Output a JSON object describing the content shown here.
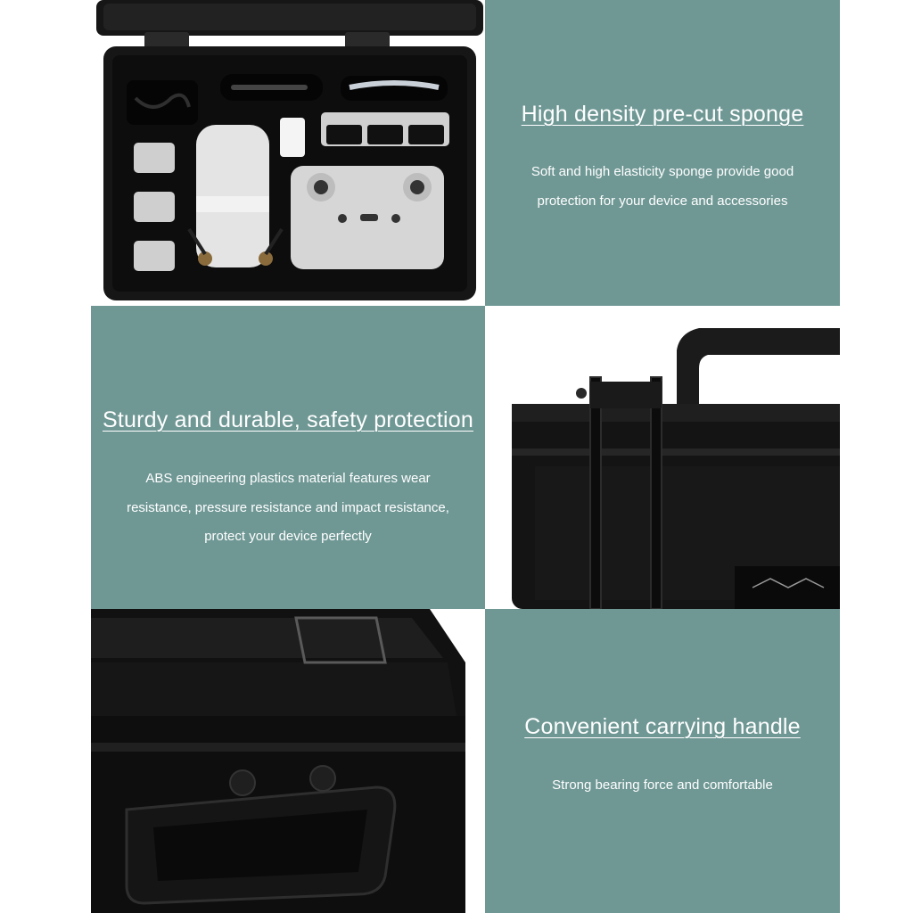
{
  "colors": {
    "panel_teal": "#6f9895",
    "panel_text": "#ffffff",
    "case_black": "#141414",
    "foam_black": "#0d0d0d",
    "device_grey": "#d8d8d8"
  },
  "sections": [
    {
      "heading": "High density pre-cut sponge",
      "lines": [
        "Soft and high elasticity sponge provide good",
        "protection for your device and accessories"
      ]
    },
    {
      "heading": "Sturdy and durable, safety protection",
      "lines": [
        "ABS engineering plastics material features wear",
        "resistance, pressure resistance and impact resistance,",
        "protect your device perfectly"
      ]
    },
    {
      "heading": "Convenient carrying handle",
      "lines": [
        "Strong bearing force and comfortable"
      ]
    }
  ],
  "photos": {
    "open_case": {
      "icon": "open-case-photo"
    },
    "closed_case_latch": {
      "icon": "case-latch-photo"
    },
    "case_handle": {
      "icon": "case-handle-photo"
    }
  }
}
